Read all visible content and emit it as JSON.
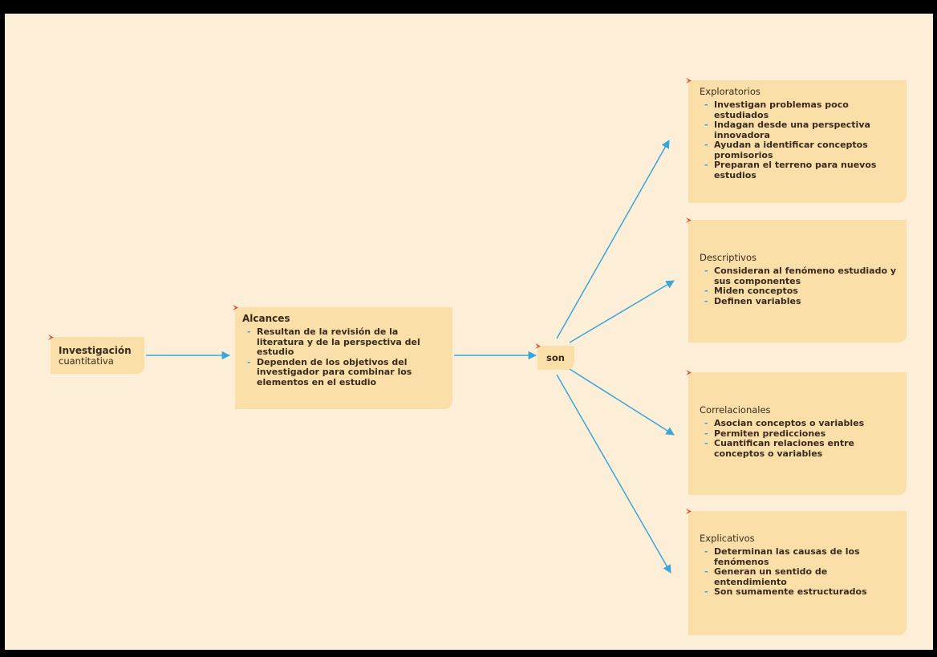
{
  "root": {
    "title": "Investigación",
    "subtitle": "cuantitativa"
  },
  "alcances": {
    "title": "Alcances",
    "items": [
      "Resultan de la revisión de la literatura y de la perspectiva del estudio",
      "Dependen de los objetivos del investigador para combinar los elementos en el estudio"
    ]
  },
  "connector": {
    "label": "son"
  },
  "types": [
    {
      "title": "Exploratorios",
      "items": [
        "Investigan problemas poco estudiados",
        "Indagan desde una perspectiva innovadora",
        "Ayudan a identificar conceptos promisorios",
        "Preparan el terreno para nuevos estudios"
      ]
    },
    {
      "title": "Descriptivos",
      "items": [
        "Consideran al fenómeno estudiado y sus componentes",
        "Miden conceptos",
        "Definen variables"
      ]
    },
    {
      "title": "Correlacionales",
      "items": [
        "Asocian conceptos o variables",
        "Permiten predicciones",
        "Cuantifican relaciones entre conceptos o variables"
      ]
    },
    {
      "title": "Explicativos",
      "items": [
        "Determinan las causas de los fenómenos",
        "Generan un sentido de entendimiento",
        "Son sumamente estructurados"
      ]
    }
  ],
  "colors": {
    "background": "#fdeed7",
    "node_fill": "#fbdfa9",
    "arrow": "#3aa6d8",
    "tab": "#e0523a"
  }
}
